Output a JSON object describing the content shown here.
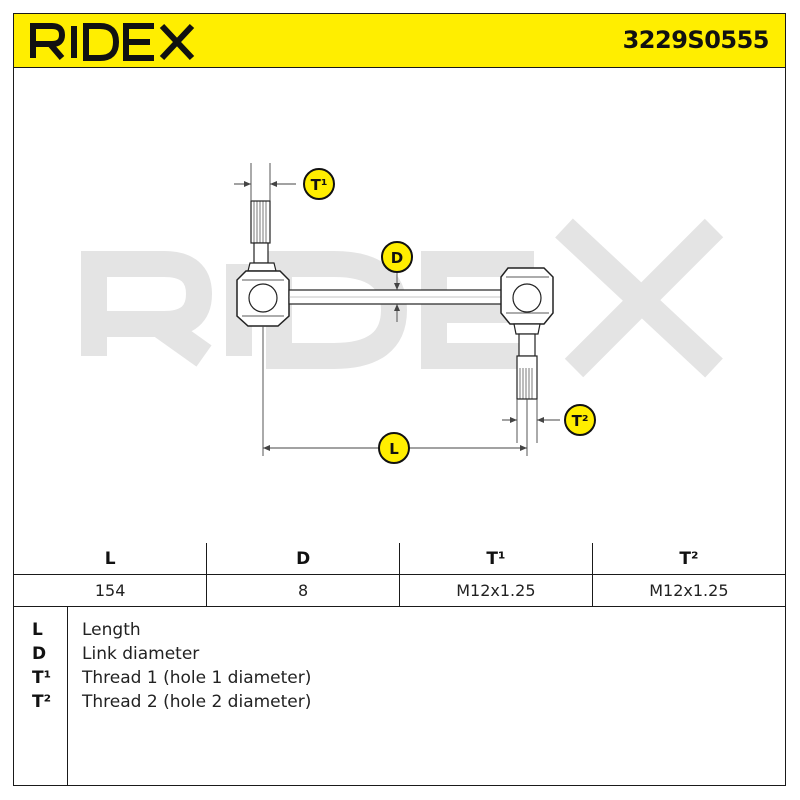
{
  "header": {
    "brand": "RIDEX",
    "part_number": "3229S0555",
    "background_color": "#ffee00"
  },
  "drawing": {
    "watermark": "RIDEX",
    "callouts": [
      "T¹",
      "D",
      "L",
      "T²"
    ]
  },
  "specs": {
    "columns": [
      "L",
      "D",
      "T¹",
      "T²"
    ],
    "values": [
      "154",
      "8",
      "M12x1.25",
      "M12x1.25"
    ]
  },
  "legend": [
    {
      "code": "L",
      "description": "Length"
    },
    {
      "code": "D",
      "description": "Link diameter"
    },
    {
      "code": "T¹",
      "description": "Thread 1 (hole 1 diameter)"
    },
    {
      "code": "T²",
      "description": "Thread 2 (hole 2 diameter)"
    }
  ]
}
